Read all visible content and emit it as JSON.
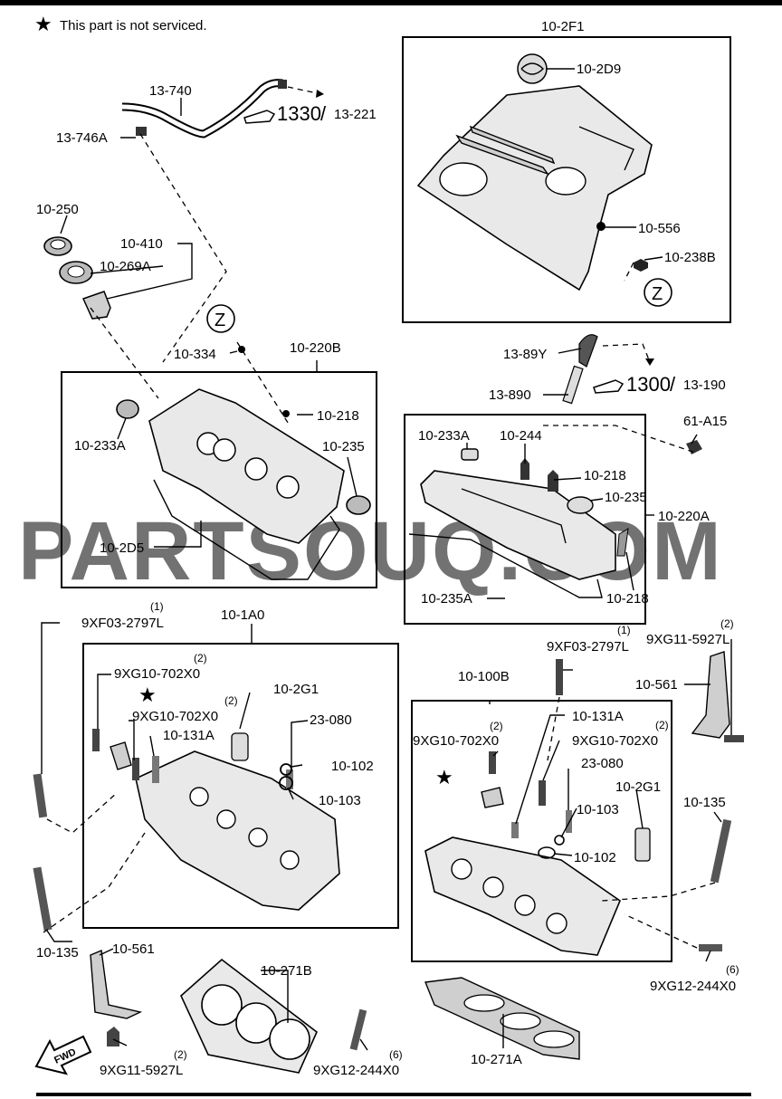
{
  "note": "This part is not serviced.",
  "watermark": "PARTSOUQ.COM",
  "fwd": "FWD",
  "labels": {
    "l_10_2F1": "10-2F1",
    "l_10_2D9": "10-2D9",
    "l_10_556": "10-556",
    "l_10_238B": "10-238B",
    "l_13_740": "13-740",
    "l_13_746A": "13-746A",
    "l_1330": "1330",
    "l_13_221": "13-221",
    "l_10_250": "10-250",
    "l_10_410": "10-410",
    "l_10_269A": "10-269A",
    "l_10_334": "10-334",
    "l_10_220B": "10-220B",
    "l_10_218_a": "10-218",
    "l_10_233A_a": "10-233A",
    "l_10_235_a": "10-235",
    "l_10_2D5": "10-2D5",
    "l_13_89Y": "13-89Y",
    "l_13_890": "13-890",
    "l_1300": "1300",
    "l_13_190": "13-190",
    "l_61_A15": "61-A15",
    "l_10_233A_b": "10-233A",
    "l_10_244": "10-244",
    "l_10_218_b": "10-218",
    "l_10_235_b": "10-235",
    "l_10_220A": "10-220A",
    "l_10_235A": "10-235A",
    "l_10_218_c": "10-218",
    "l_9XF03_left": "9XF03-2797L",
    "l_9XF03_left_qty": "(1)",
    "l_10_1A0": "10-1A0",
    "l_9XG10_a": "9XG10-702X0",
    "l_9XG10_a_qty": "(2)",
    "l_9XG10_b": "9XG10-702X0",
    "l_9XG10_b_qty": "(2)",
    "l_10_2G1_a": "10-2G1",
    "l_23_080_a": "23-080",
    "l_10_131A_a": "10-131A",
    "l_10_102_a": "10-102",
    "l_10_103_a": "10-103",
    "l_9XF03_right": "9XF03-2797L",
    "l_9XF03_right_qty": "(1)",
    "l_9XG11_top": "9XG11-5927L",
    "l_9XG11_top_qty": "(2)",
    "l_10_561_r": "10-561",
    "l_10_100B": "10-100B",
    "l_10_131A_b": "10-131A",
    "l_9XG10_c": "9XG10-702X0",
    "l_9XG10_c_qty": "(2)",
    "l_9XG10_d": "9XG10-702X0",
    "l_9XG10_d_qty": "(2)",
    "l_23_080_b": "23-080",
    "l_10_2G1_b": "10-2G1",
    "l_10_103_b": "10-103",
    "l_10_102_b": "10-102",
    "l_10_135_r": "10-135",
    "l_9XG12_r": "9XG12-244X0",
    "l_9XG12_r_qty": "(6)",
    "l_10_135_l": "10-135",
    "l_10_561_l": "10-561",
    "l_10_271B": "10-271B",
    "l_9XG11_bot": "9XG11-5927L",
    "l_9XG11_bot_qty": "(2)",
    "l_9XG12_l": "9XG12-244X0",
    "l_9XG12_l_qty": "(6)",
    "l_10_271A": "10-271A",
    "l_Z_top": "Z",
    "l_Z_mid": "Z"
  }
}
